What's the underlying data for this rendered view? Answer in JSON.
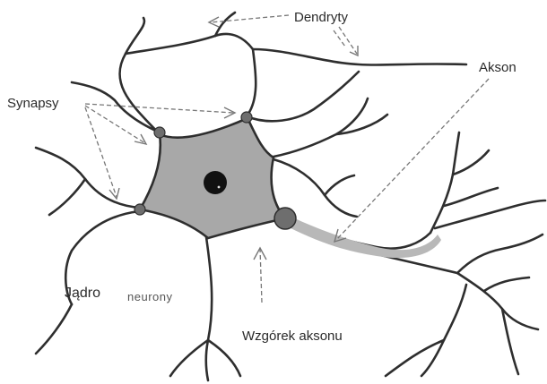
{
  "labels": {
    "dendrites": "Dendryty",
    "synapses": "Synapsy",
    "axon": "Akson",
    "nucleus_part1": "Jądro",
    "nucleus_part2": "neurony",
    "axon_hillock": "Wzgórek aksonu"
  },
  "colors": {
    "soma_fill": "#a8a8a8",
    "nucleus_fill": "#111111",
    "synapse_fill": "#6e6e6e",
    "line": "#2e2e2e",
    "arrow": "#777777"
  }
}
